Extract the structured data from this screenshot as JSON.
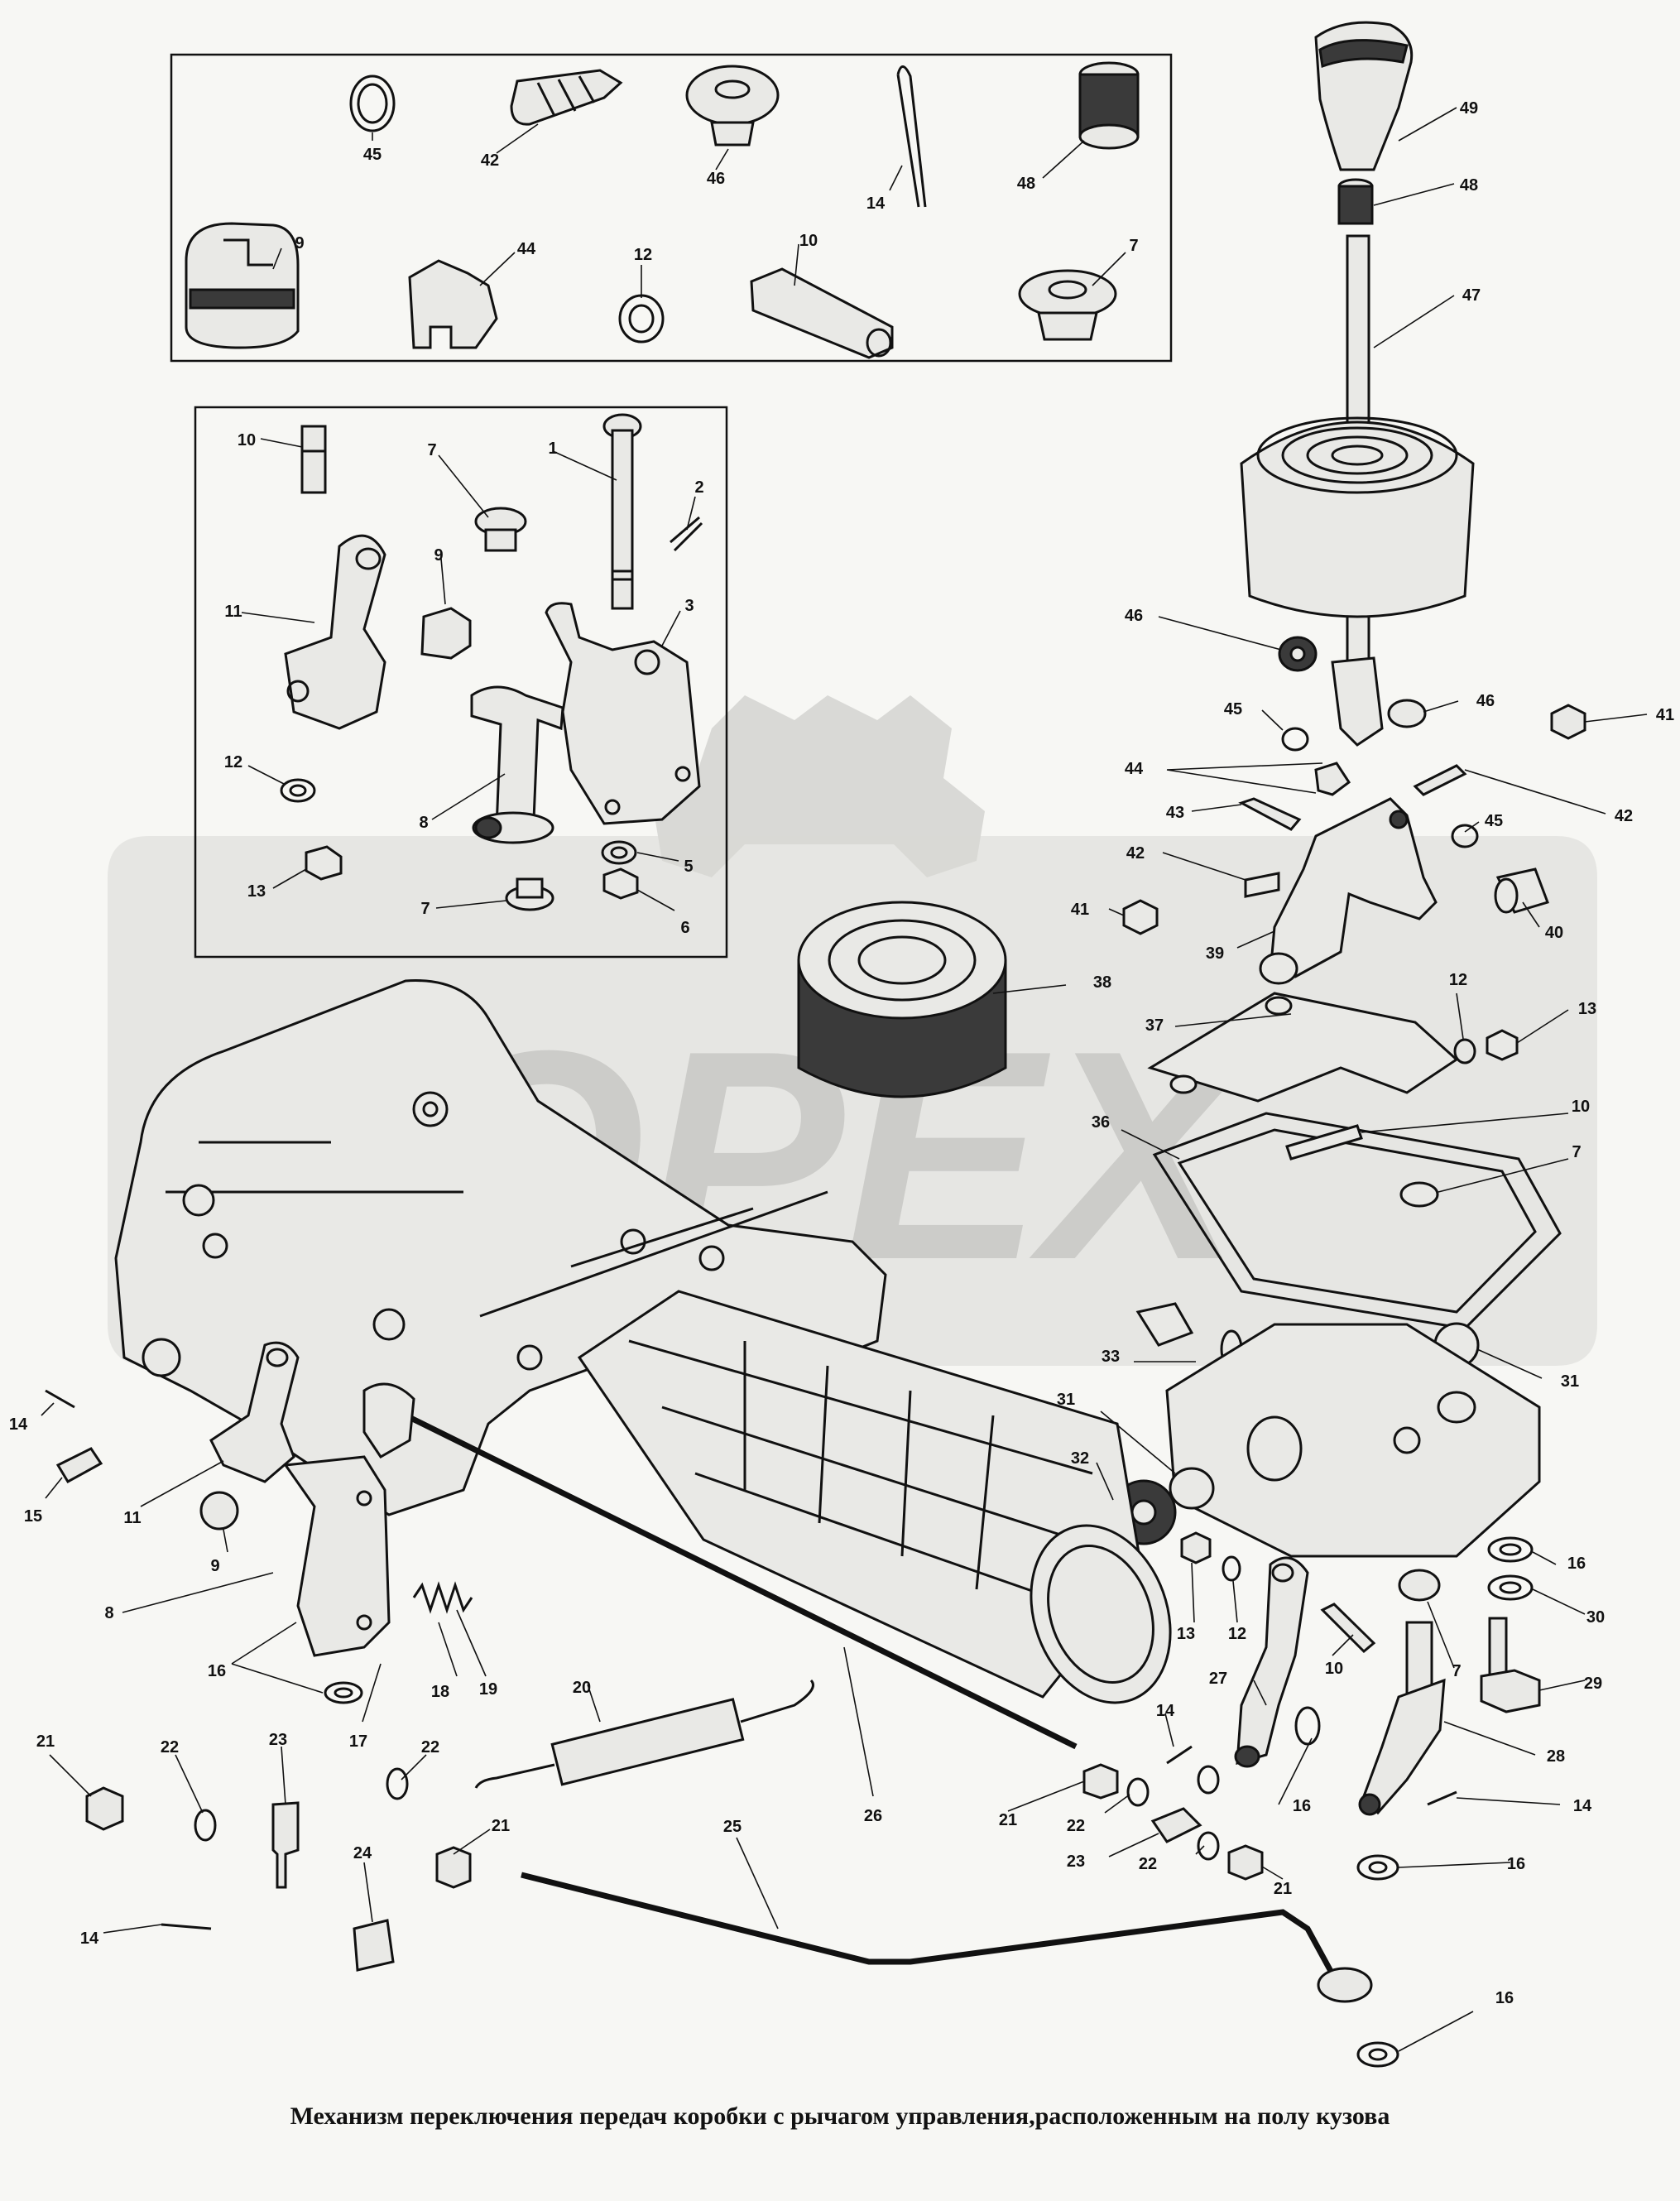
{
  "caption": "Механизм переключения передач коробки с рычагом управления,расположенным на полу кузова",
  "watermark": {
    "text": "OPEX"
  },
  "callouts": [
    "45",
    "42",
    "46",
    "14",
    "48",
    "9",
    "44",
    "12",
    "10",
    "7",
    "10",
    "7",
    "1",
    "2",
    "9",
    "11",
    "3",
    "12",
    "8",
    "5",
    "13",
    "7",
    "6",
    "49",
    "48",
    "47",
    "46",
    "45",
    "46",
    "41",
    "44",
    "43",
    "42",
    "45",
    "42",
    "41",
    "40",
    "39",
    "38",
    "37",
    "12",
    "13",
    "10",
    "36",
    "7",
    "31",
    "33",
    "31",
    "32",
    "14",
    "15",
    "11",
    "9",
    "8",
    "16",
    "18",
    "19",
    "17",
    "13",
    "12",
    "10",
    "16",
    "30",
    "7",
    "29",
    "27",
    "28",
    "20",
    "26",
    "14",
    "16",
    "21",
    "22",
    "23",
    "14",
    "22",
    "21",
    "16",
    "21",
    "22",
    "23",
    "22",
    "21",
    "24",
    "14",
    "25",
    "16"
  ]
}
